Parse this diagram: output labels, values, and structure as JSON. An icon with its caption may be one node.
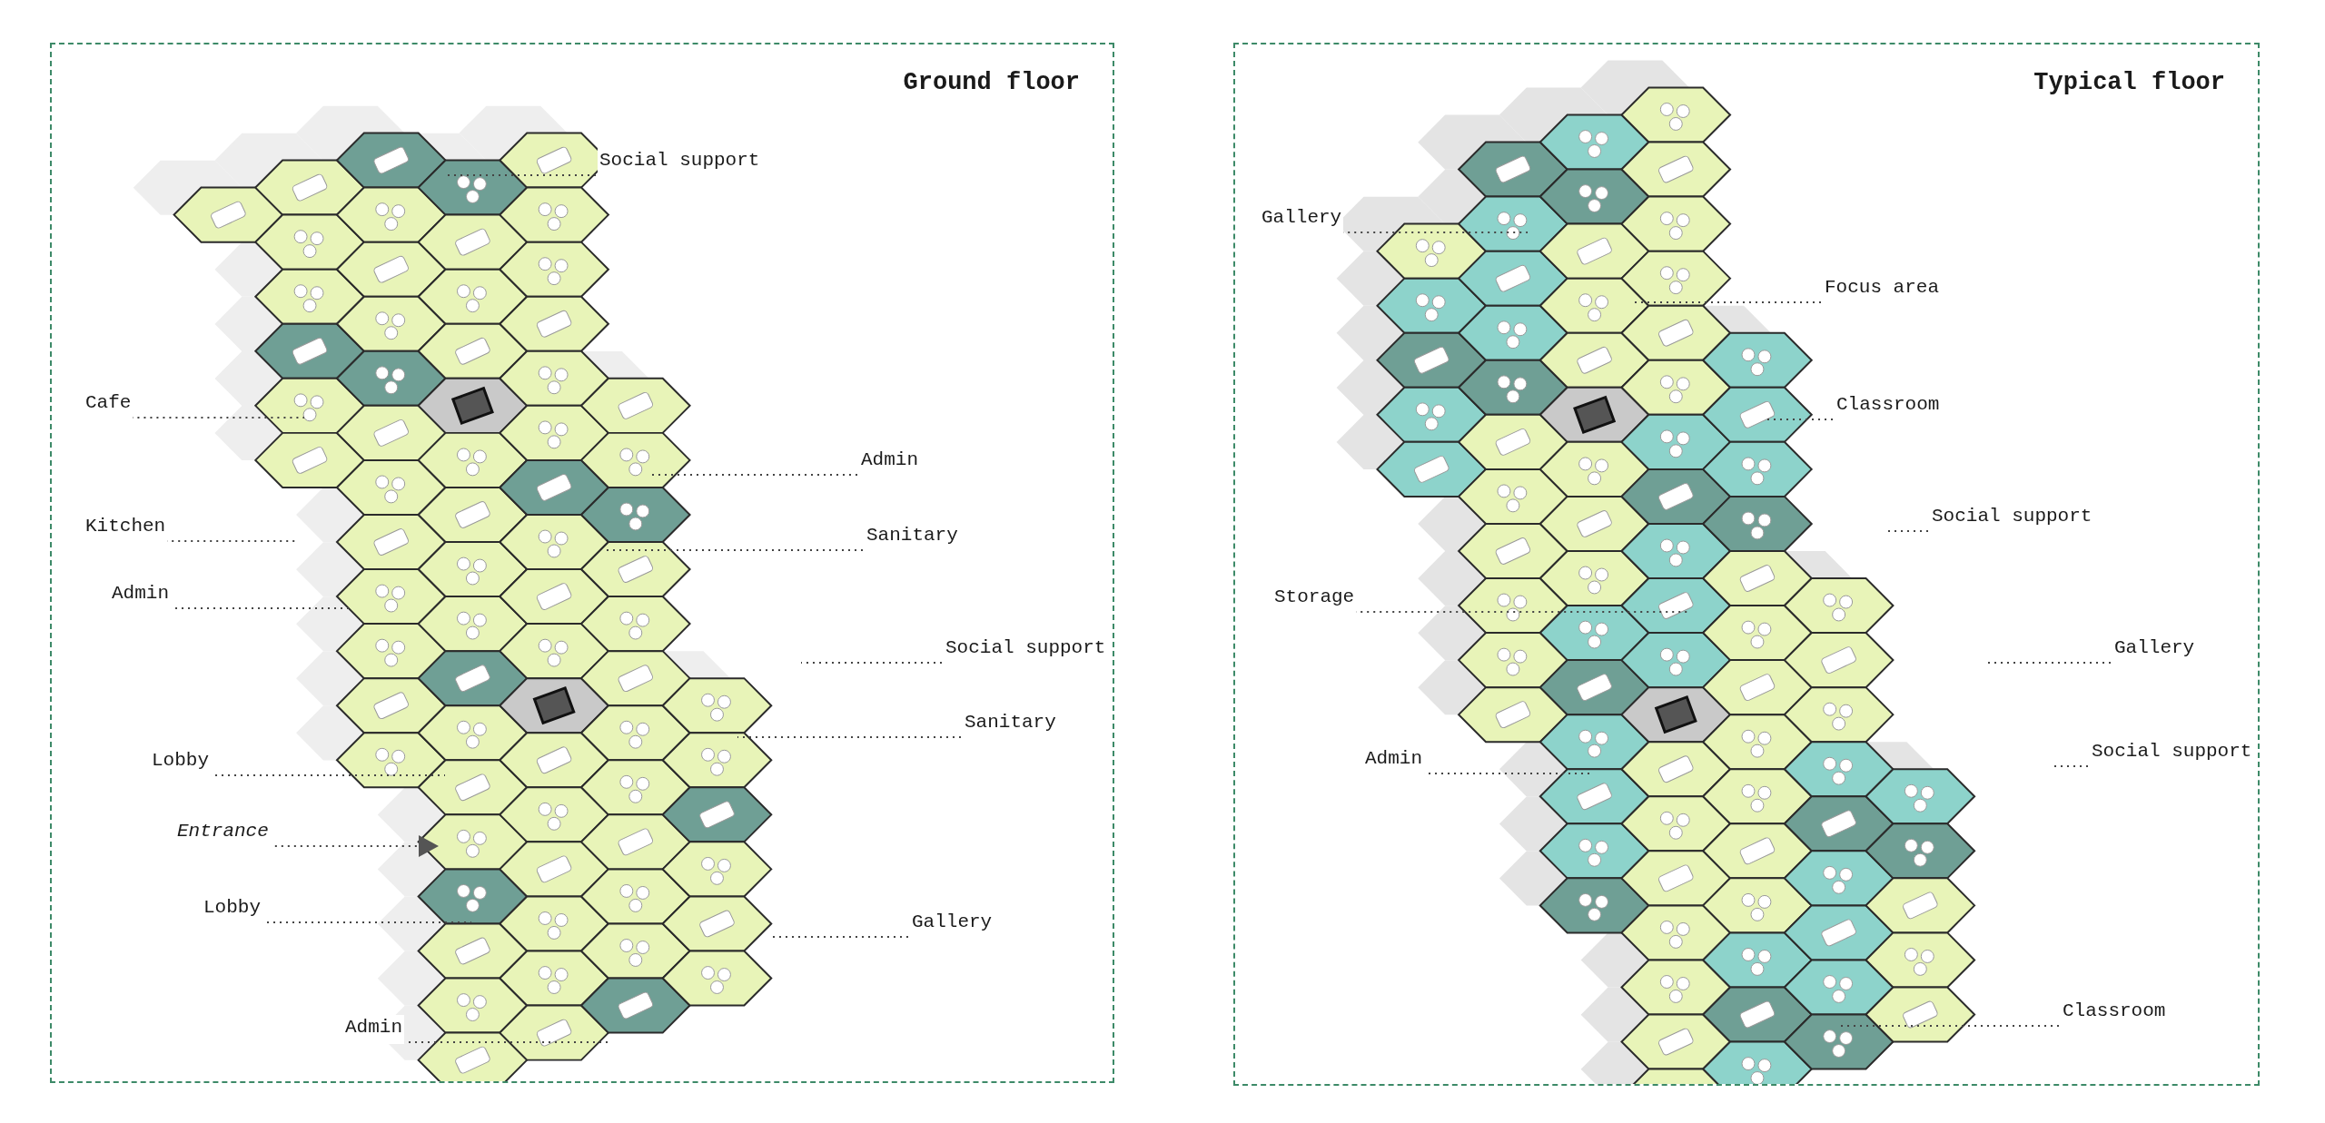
{
  "diagram": {
    "nodes": [
      {
        "text": [
          "Ground floor"
        ]
      },
      {
        "text": [
          "Social support"
        ],
        "in": 0
      },
      {
        "text": [
          "Cafe"
        ],
        "in": 0
      },
      {
        "text": [
          "Admin"
        ],
        "in": 0
      },
      {
        "text": [
          "Kitchen"
        ],
        "in": 0
      },
      {
        "text": [
          "Sanitary"
        ],
        "in": 0
      },
      {
        "text": [
          "Admin"
        ],
        "in": 0
      },
      {
        "text": [
          "Social support"
        ],
        "in": 0
      },
      {
        "text": [
          "Sanitary"
        ],
        "in": 0
      },
      {
        "text": [
          "Lobby"
        ],
        "in": 0
      },
      {
        "text": [
          "Entrance"
        ],
        "in": 0
      },
      {
        "text": [
          "Lobby"
        ],
        "in": 0
      },
      {
        "text": [
          "Gallery"
        ],
        "in": 0
      },
      {
        "text": [
          "Admin"
        ],
        "in": 0
      },
      {
        "text": [
          "Typical floor"
        ]
      },
      {
        "text": [
          "Gallery"
        ],
        "in": 14
      },
      {
        "text": [
          "Focus area"
        ],
        "in": 14
      },
      {
        "text": [
          "Classroom"
        ],
        "in": 14
      },
      {
        "text": [
          "Social support"
        ],
        "in": 14
      },
      {
        "text": [
          "Storage"
        ],
        "in": 14
      },
      {
        "text": [
          "Gallery"
        ],
        "in": 14
      },
      {
        "text": [
          "Admin"
        ],
        "in": 14
      },
      {
        "text": [
          "Social support"
        ],
        "in": 14
      },
      {
        "text": [
          "Classroom"
        ],
        "in": 14
      }
    ],
    "edges": [
      {
        "from": 1,
        "to": null,
        "arrow": "none"
      },
      {
        "from": 2,
        "to": null,
        "arrow": "none"
      },
      {
        "from": 3,
        "to": null,
        "arrow": "none"
      },
      {
        "from": 4,
        "to": null,
        "arrow": "none"
      },
      {
        "from": 5,
        "to": null,
        "arrow": "none"
      },
      {
        "from": 6,
        "to": null,
        "arrow": "none"
      },
      {
        "from": 7,
        "to": null,
        "arrow": "none"
      },
      {
        "from": 8,
        "to": null,
        "arrow": "none"
      },
      {
        "from": 9,
        "to": null,
        "arrow": "none"
      },
      {
        "from": 10,
        "to": null,
        "arrow": "to"
      },
      {
        "from": 11,
        "to": null,
        "arrow": "none"
      },
      {
        "from": 12,
        "to": null,
        "arrow": "none"
      },
      {
        "from": 13,
        "to": null,
        "arrow": "none"
      },
      {
        "from": 15,
        "to": null,
        "arrow": "none"
      },
      {
        "from": 16,
        "to": null,
        "arrow": "none"
      },
      {
        "from": 17,
        "to": null,
        "arrow": "none"
      },
      {
        "from": 18,
        "to": null,
        "arrow": "none"
      },
      {
        "from": 19,
        "to": null,
        "arrow": "none"
      },
      {
        "from": 20,
        "to": null,
        "arrow": "none"
      },
      {
        "from": 21,
        "to": null,
        "arrow": "none"
      },
      {
        "from": 22,
        "to": null,
        "arrow": "none"
      },
      {
        "from": 23,
        "to": null,
        "arrow": "none"
      }
    ]
  }
}
